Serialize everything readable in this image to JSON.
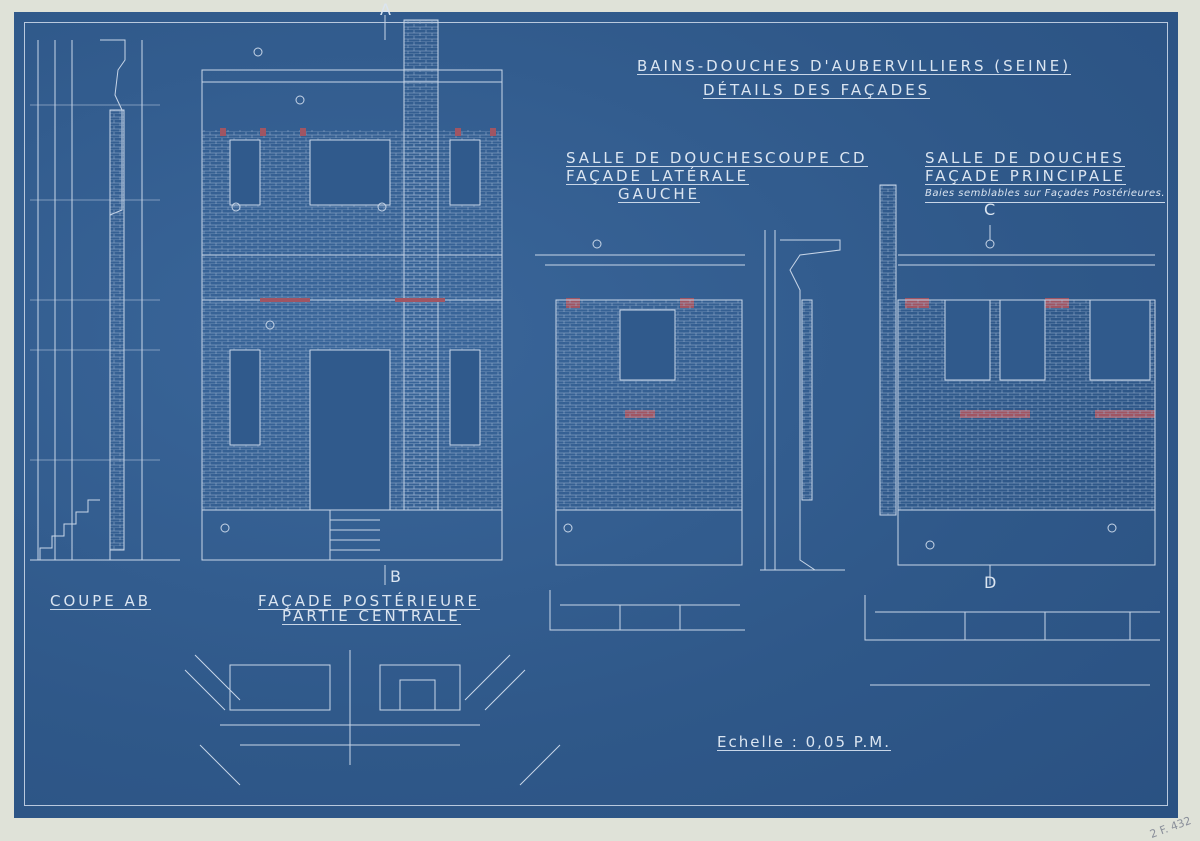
{
  "title": {
    "line1": "Bains-Douches d'Aubervilliers (Seine)",
    "line2": "Détails des Façades"
  },
  "views": {
    "coupe_ab": "Coupe AB",
    "facade_post_1": "Façade Postérieure",
    "facade_post_2": "Partie Centrale",
    "salle_lat_1": "Salle de Douches",
    "salle_lat_2": "Façade Latérale",
    "salle_lat_3": "Gauche",
    "coupe_cd": "Coupe CD",
    "salle_pr_1": "Salle de Douches",
    "salle_pr_2": "Façade Principale",
    "salle_pr_note": "Baies semblables sur Façades Postérieures."
  },
  "section_marks": {
    "a": "A",
    "b": "B",
    "c": "C",
    "d": "D"
  },
  "scale": "Echelle : 0,05 P.M.",
  "archive_ref": "2 F. 432",
  "colors": {
    "paper": "#dfe2d8",
    "blueprint": "#305a8c",
    "line": "#c8d6e8",
    "brick_accent": "#a05563"
  }
}
